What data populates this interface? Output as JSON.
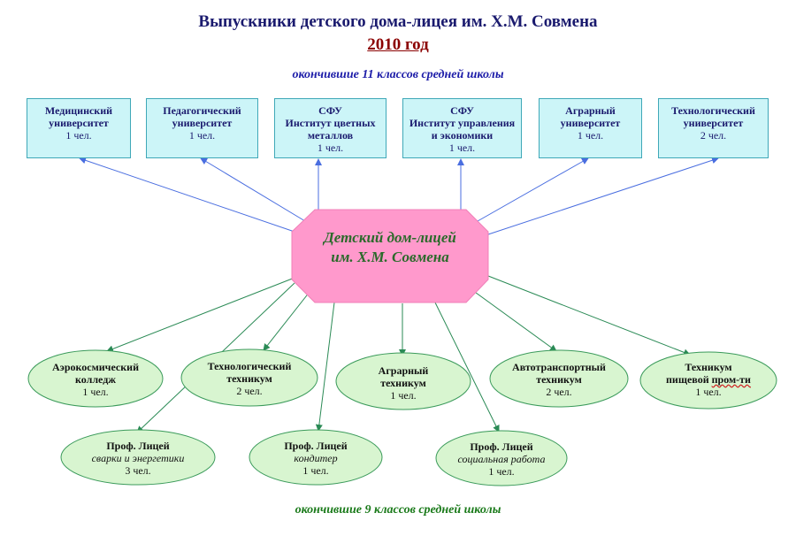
{
  "header": {
    "title": "Выпускники детского дома-лицея им. Х.М. Совмена",
    "year": "2010 год",
    "top_caption": "окончившие 11 классов средней школы",
    "bottom_caption": "окончившие 9 классов средней школы"
  },
  "center": {
    "line1": "Детский дом-лицей",
    "line2": "им. Х.М. Совмена"
  },
  "universities": [
    {
      "l1": "Медицинский",
      "l2": "университет",
      "l3": "",
      "count": "1 чел."
    },
    {
      "l1": "Педагогический",
      "l2": "университет",
      "l3": "",
      "count": "1 чел."
    },
    {
      "l1": "СФУ",
      "l2": "Институт цветных",
      "l3": "металлов",
      "count": "1 чел."
    },
    {
      "l1": "СФУ",
      "l2": "Институт управления",
      "l3": "и экономики",
      "count": "1 чел."
    },
    {
      "l1": "Аграрный",
      "l2": "университет",
      "l3": "",
      "count": "1 чел."
    },
    {
      "l1": "Технологический",
      "l2": "университет",
      "l3": "",
      "count": "2 чел."
    }
  ],
  "colleges": [
    {
      "l1": "Аэрокосмический",
      "l2": "колледж",
      "count": "1 чел."
    },
    {
      "l1": "Технологический",
      "l2": "техникум",
      "count": "2 чел."
    },
    {
      "l1": "Аграрный",
      "l2": "техникум",
      "count": "1 чел."
    },
    {
      "l1": "Автотранспортный",
      "l2": "техникум",
      "count": "2 чел."
    },
    {
      "l1": "Техникум",
      "l2a": "пищевой ",
      "l2b": "пром-ти",
      "count": "1 чел."
    }
  ],
  "lyceums": [
    {
      "l1": "Проф. Лицей",
      "l2": "сварки и энергетики",
      "count": "3 чел."
    },
    {
      "l1": "Проф. Лицей",
      "l2": "кондитер",
      "count": "1 чел."
    },
    {
      "l1": "Проф. Лицей",
      "l2": "социальная работа",
      "count": "1 чел."
    }
  ],
  "colors": {
    "box_fill": "#ccf5f8",
    "ellipse_fill": "#d8f5d0",
    "center_fill": "#ff99cc",
    "blue_arrow": "#4a6ee0",
    "green_arrow": "#2a8a55"
  }
}
